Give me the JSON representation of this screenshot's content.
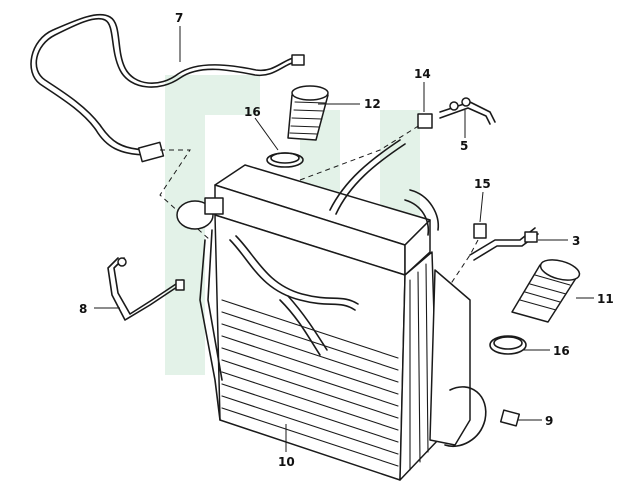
{
  "callouts": [
    {
      "id": "c7",
      "label": "7"
    },
    {
      "id": "c12",
      "label": "12"
    },
    {
      "id": "c16a",
      "label": "16"
    },
    {
      "id": "c14",
      "label": "14"
    },
    {
      "id": "c5",
      "label": "5"
    },
    {
      "id": "c15",
      "label": "15"
    },
    {
      "id": "c3",
      "label": "3"
    },
    {
      "id": "c11",
      "label": "11"
    },
    {
      "id": "c16b",
      "label": "16"
    },
    {
      "id": "c8",
      "label": "8"
    },
    {
      "id": "c9",
      "label": "9"
    },
    {
      "id": "c10",
      "label": "10"
    }
  ],
  "colors": {
    "line": "#1a1a1a",
    "watermark": "#e3f2e8",
    "background": "#ffffff"
  }
}
